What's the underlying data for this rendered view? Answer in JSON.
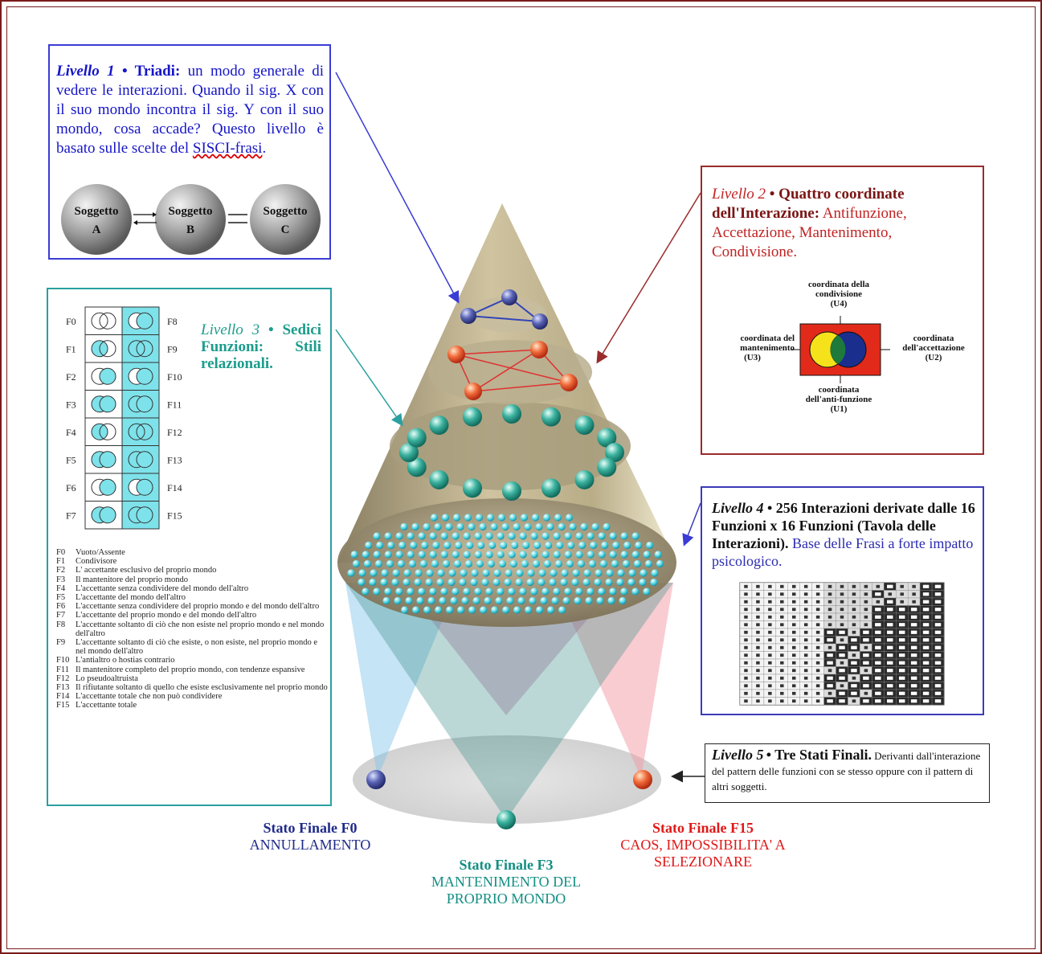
{
  "level1": {
    "title": "Livello 1",
    "heading": "• Triadi:",
    "body_a": "un modo generale di vedere le interazioni. Quando il sig. X con il suo mondo incontra il sig. Y con il suo mondo, cosa accade? Questo livello è basato sulle scelte del",
    "body_b": "SISCI-frasi",
    "body_end": ".",
    "subjects": [
      {
        "label": "Soggetto",
        "letter": "A"
      },
      {
        "label": "Soggetto",
        "letter": "B"
      },
      {
        "label": "Soggetto",
        "letter": "C"
      }
    ]
  },
  "level2": {
    "title": "Livello 2",
    "heading": "• Quattro coordinate dell'Interazione:",
    "body": "Antifunzione, Accettazione, Mantenimento, Condivisione.",
    "coords": {
      "top": [
        "coordinata della",
        "condivisione",
        "(U4)"
      ],
      "left": [
        "coordinata del",
        "mantenimento",
        "(U3)"
      ],
      "right": [
        "coordinata",
        "dell'accettazione",
        "(U2)"
      ],
      "bottom": [
        "coordinata",
        "dell'anti-funzione",
        "(U1)"
      ]
    }
  },
  "level3": {
    "title": "Livello 3",
    "heading": "• Sedici Funzioni:",
    "body": "Stili relazionali.",
    "left_labels": [
      "F0",
      "F1",
      "F2",
      "F3",
      "F4",
      "F5",
      "F6",
      "F7"
    ],
    "right_labels": [
      "F8",
      "F9",
      "F10",
      "F11",
      "F12",
      "F13",
      "F14",
      "F15"
    ],
    "legend": [
      {
        "k": "F0",
        "v": "Vuoto/Assente"
      },
      {
        "k": "F1",
        "v": "Condivisore"
      },
      {
        "k": "F2",
        "v": "L' accettante esclusivo del proprio mondo"
      },
      {
        "k": "F3",
        "v": "Il mantenitore del proprio mondo"
      },
      {
        "k": "F4",
        "v": "L'accettante senza condividere del mondo dell'altro"
      },
      {
        "k": "F5",
        "v": "L'accettante del mondo dell'altro"
      },
      {
        "k": "F6",
        "v": "L'accettante senza condividere del proprio mondo e del mondo dell'altro"
      },
      {
        "k": "F7",
        "v": "L'accettante del proprio mondo e del mondo dell'altro"
      },
      {
        "k": "F8",
        "v": "L'accettante soltanto di ciò che non esiste nel proprio mondo e nel mondo dell'altro"
      },
      {
        "k": "F9",
        "v": "L'accettante soltanto di ciò che esiste, o non esiste, nel proprio mondo e nel mondo dell'altro"
      },
      {
        "k": "F10",
        "v": "L'antialtro o hostias contrario"
      },
      {
        "k": "F11",
        "v": "Il mantenitore completo del proprio mondo, con tendenze espansive"
      },
      {
        "k": "F12",
        "v": "Lo pseudoaltruista"
      },
      {
        "k": "F13",
        "v": "Il rifiutante soltanto di quello che esiste esclusivamente nel proprio mondo"
      },
      {
        "k": "F14",
        "v": "L'accettante totale che non può condividere"
      },
      {
        "k": "F15",
        "v": "L'accettante totale"
      }
    ]
  },
  "level4": {
    "title": "Livello 4",
    "heading": "• 256 Interazioni derivate dalle 16 Funzioni x 16 Funzioni (Tavola delle Interazioni).",
    "body": "Base delle Frasi a forte impatto psicologico."
  },
  "level5": {
    "title": "Livello 5",
    "heading": "• Tre Stati Finali.",
    "body": "Derivanti dall'interazione del pattern delle funzioni con se stesso oppure con il pattern di altri soggetti."
  },
  "finals": [
    {
      "title": "Stato Finale F0",
      "lines": [
        "ANNULLAMENTO"
      ],
      "color": "#1f2a8a"
    },
    {
      "title": "Stato Finale F3",
      "lines": [
        "MANTENIMENTO DEL",
        "PROPRIO MONDO"
      ],
      "color": "#138f83"
    },
    {
      "title": "Stato Finale F15",
      "lines": [
        "CAOS, IMPOSSIBILITA' A",
        "SELEZIONARE"
      ],
      "color": "#e01818"
    }
  ],
  "colors": {
    "blue": "#3b3bd6",
    "red": "#9a2b2b",
    "teal": "#2aa0a0",
    "cone": "#b8ab88"
  }
}
